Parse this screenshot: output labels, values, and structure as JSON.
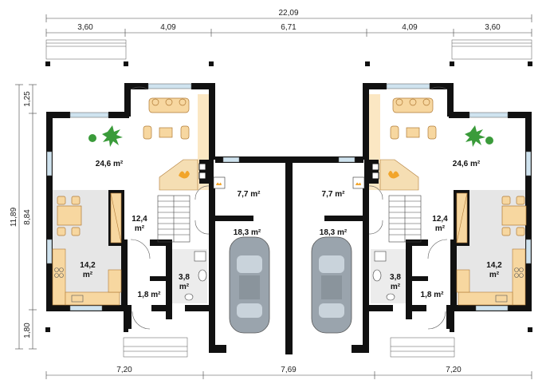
{
  "dimensions": {
    "top_total": "22,09",
    "top_segments": [
      "3,60",
      "4,09",
      "6,71",
      "4,09",
      "3,60"
    ],
    "bottom_segments": [
      "7,20",
      "7,69",
      "7,20"
    ],
    "left_total": "11,89",
    "left_segments": [
      "1,25",
      "8,84",
      "1,80"
    ]
  },
  "rooms": {
    "left": {
      "living": "24,6 m²",
      "hall_line1": "12,4",
      "hall_line2": "m²",
      "kitchen_line1": "14,2",
      "kitchen_line2": "m²",
      "entry": "1,8 m²",
      "bath_line1": "3,8",
      "bath_line2": "m²",
      "boiler": "7,7 m²",
      "garage": "18,3 m²"
    },
    "right": {
      "living": "24,6 m²",
      "hall_line1": "12,4",
      "hall_line2": "m²",
      "kitchen_line1": "14,2",
      "kitchen_line2": "m²",
      "entry": "1,8 m²",
      "bath_line1": "3,8",
      "bath_line2": "m²",
      "boiler": "7,7 m²",
      "garage": "18,3 m²"
    }
  },
  "colors": {
    "wall": "#111111",
    "kitchen_floor": "#e6e6e6",
    "bath_floor": "#ececec",
    "furniture": "#f7d7a0",
    "fireplace": "#f5deb3",
    "car": "#9aa4ad",
    "plant": "#3a9b3a",
    "window": "#cfe3ef"
  },
  "icons": [
    "car-icon",
    "plant-icon",
    "fireplace-icon",
    "sofa-icon",
    "stairs-icon",
    "toilet-icon"
  ]
}
